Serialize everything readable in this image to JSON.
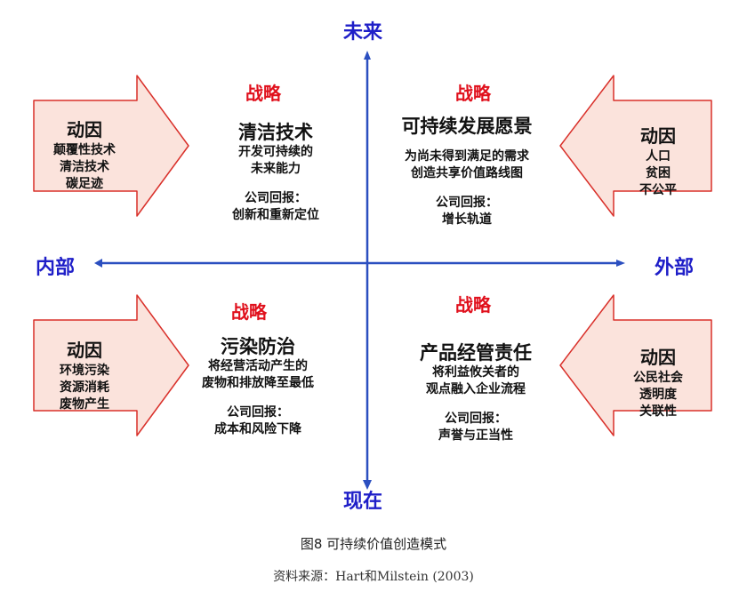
{
  "axes": {
    "top": "未来",
    "bottom": "现在",
    "left": "内部",
    "right": "外部"
  },
  "quadrants": {
    "top_left": {
      "strategy_label": "战略",
      "title": "清洁技术",
      "desc": [
        "开发可持续的",
        "未来能力"
      ],
      "return_label": "公司回报：",
      "return_value": "创新和重新定位"
    },
    "top_right": {
      "strategy_label": "战略",
      "title": "可持续发展愿景",
      "desc": [
        "为尚未得到满足的需求",
        "创造共享价值路线图"
      ],
      "return_label": "公司回报：",
      "return_value": "增长轨道"
    },
    "bottom_left": {
      "strategy_label": "战略",
      "title": "污染防治",
      "desc": [
        "将经营活动产生的",
        "废物和排放降至最低"
      ],
      "return_label": "公司回报：",
      "return_value": "成本和风险下降"
    },
    "bottom_right": {
      "strategy_label": "战略",
      "title": "产品经管责任",
      "desc": [
        "将利益攸关者的",
        "观点融入企业流程"
      ],
      "return_label": "公司回报：",
      "return_value": "声誉与正当性"
    }
  },
  "drivers": {
    "top_left": {
      "title": "动因",
      "items": [
        "颠覆性技术",
        "清洁技术",
        "碳足迹"
      ]
    },
    "top_right": {
      "title": "动因",
      "items": [
        "人口",
        "贫困",
        "不公平"
      ]
    },
    "bottom_left": {
      "title": "动因",
      "items": [
        "环境污染",
        "资源消耗",
        "废物产生"
      ]
    },
    "bottom_right": {
      "title": "动因",
      "items": [
        "公民社会",
        "透明度",
        "关联性"
      ]
    }
  },
  "caption": "图8 可持续价值创造模式",
  "source": "资料来源：Hart和Milstein (2003)",
  "colors": {
    "axis": "#2b4fc0",
    "axis_label": "#1f1fc8",
    "strategy": "#e0101c",
    "driver_fill": "#fbe3dc",
    "driver_stroke": "#d9302a"
  }
}
